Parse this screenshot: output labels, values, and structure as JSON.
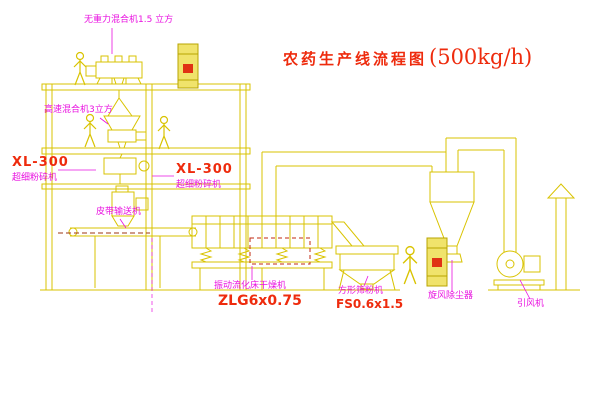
{
  "drawing": {
    "title_cn": "农药生产线流程图",
    "title_capacity": "(500kg/h)",
    "labels": {
      "gravity_mixer": "无重力混合机1.5 立方",
      "high_speed_mixer": "高速混合机3立方",
      "mill_left_model": "XL-300",
      "mill_left_name": "超细粉碎机",
      "mill_mid_model": "XL-300",
      "mill_mid_name": "超细粉碎机",
      "belt_conveyor": "皮带输送机",
      "dryer_name": "振动流化床干燥机",
      "dryer_model": "ZLG6x0.75",
      "sifter_name": "方形筛粉机",
      "sifter_model": "FS0.6x1.5",
      "cyclone": "旋风除尘器",
      "fan": "引风机"
    },
    "colors": {
      "line_yellow": "#d9c300",
      "label_red": "#ee2b0d",
      "label_magenta": "#e911e0",
      "ground_dash_red": "#9e3612",
      "background": "#ffffff"
    }
  }
}
